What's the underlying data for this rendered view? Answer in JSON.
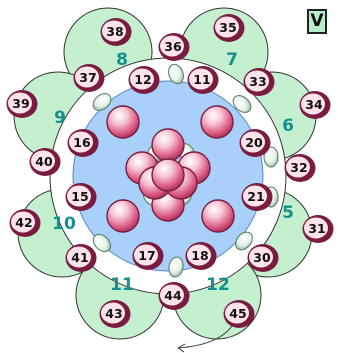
{
  "panel_label": "V",
  "colors": {
    "petal_fill": "#c4f0d0",
    "petal_stroke": "#333333",
    "inner_ring": "#a9d0fa",
    "bead_outline": "#7a1c3f",
    "bead_body": "#d9587f",
    "label_bead_fill": "#ffe3ea",
    "section_number": "#14908c",
    "seed_bead": "#e6f2ea"
  },
  "section_numbers": [
    "5",
    "6",
    "7",
    "8",
    "9",
    "10",
    "11",
    "12"
  ],
  "labeled_beads": [
    "11",
    "12",
    "15",
    "16",
    "17",
    "18",
    "20",
    "21",
    "30",
    "31",
    "32",
    "33",
    "34",
    "35",
    "36",
    "37",
    "38",
    "39",
    "40",
    "41",
    "42",
    "43",
    "44",
    "45"
  ]
}
